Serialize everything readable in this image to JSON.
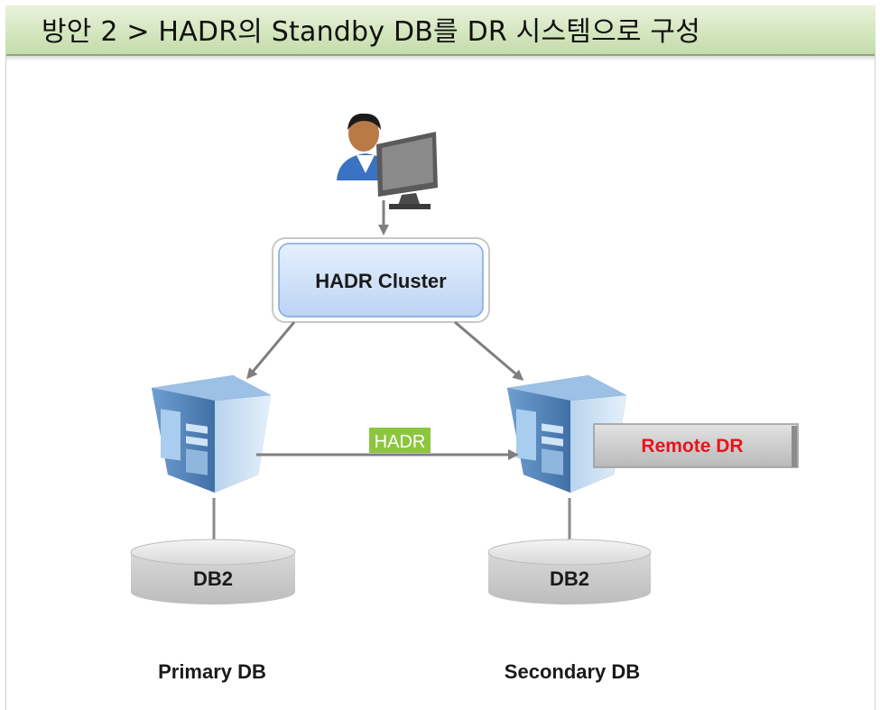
{
  "title": "방안 2 >  HADR의 Standby DB를 DR 시스템으로 구성",
  "nodes": {
    "cluster_label": "HADR Cluster",
    "primary_db_label": "DB2",
    "secondary_db_label": "DB2",
    "primary_caption": "Primary DB",
    "secondary_caption": "Secondary DB",
    "replication_label": "HADR",
    "remote_label": "Remote DR"
  },
  "icons": {
    "user": "user-at-computer-icon",
    "server": "server-tower-icon",
    "database": "database-cylinder-icon"
  },
  "colors": {
    "title_bar": "#d4e6bf",
    "cluster_box": "#c9defa",
    "replication_label_bg": "#8cc63f",
    "remote_label_text": "#e8141c",
    "remote_box": "#c8c8c8",
    "arrow": "#7f7f7f"
  }
}
